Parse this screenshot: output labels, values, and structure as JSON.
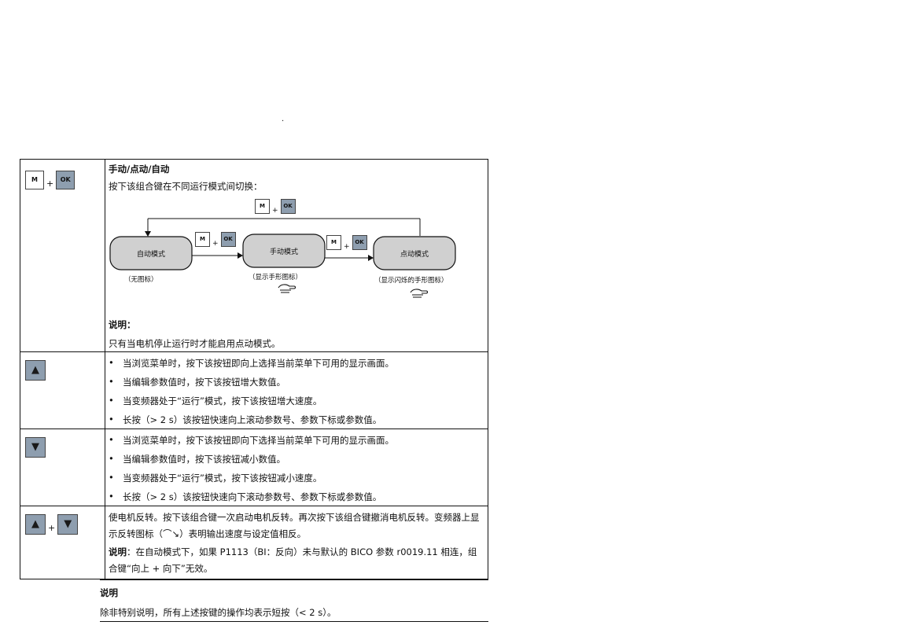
{
  "stray_mark": "·",
  "rows": [
    {
      "keys": {
        "m": "M",
        "plus": "+",
        "ok": "OK"
      },
      "title": "手动/点动/自动",
      "intro": "按下该组合键在不同运行模式间切换：",
      "diagram": {
        "top_keys": {
          "m": "M",
          "plus": "+",
          "ok": "OK"
        },
        "mode1": "自动模式",
        "mode2": "手动模式",
        "mode3": "点动模式",
        "mode1_sub": "（无图标）",
        "mode2_sub": "（显示手形图标）",
        "mode3_sub": "（显示闪烁的手形图标）",
        "hand_icon": "hand-icon"
      },
      "note_heading": "说明：",
      "note_text": "只有当电机停止运行时才能启用点动模式。"
    },
    {
      "key": "▲",
      "items": [
        "当浏览菜单时，按下该按钮即向上选择当前菜单下可用的显示画面。",
        "当编辑参数值时，按下该按钮增大数值。",
        "当变频器处于“运行”模式，按下该按钮增大速度。",
        "长按（> 2 s）该按钮快速向上滚动参数号、参数下标或参数值。"
      ]
    },
    {
      "key": "▼",
      "items": [
        "当浏览菜单时，按下该按钮即向下选择当前菜单下可用的显示画面。",
        "当编辑参数值时，按下该按钮减小数值。",
        "当变频器处于“运行”模式，按下该按钮减小速度。",
        "长按（> 2 s）该按钮快速向下滚动参数号、参数下标或参数值。"
      ]
    },
    {
      "keys": {
        "up": "▲",
        "plus": "+",
        "down": "▼"
      },
      "para1": "使电机反转。按下该组合键一次启动电机反转。再次按下该组合键撤消电机反转。变频器上显示反转图标（⌒↘）表明输出速度与设定值相反。",
      "note_bold": "说明",
      "note_rest": "：在自动模式下，如果 P1113（BI：反向）未与默认的 BICO 参数 r0019.11 相连，组合键“向上 + 向下”无效。"
    }
  ],
  "footnote": {
    "heading": "说明",
    "text": "除非特别说明，所有上述按键的操作均表示短按（< 2 s）。"
  }
}
